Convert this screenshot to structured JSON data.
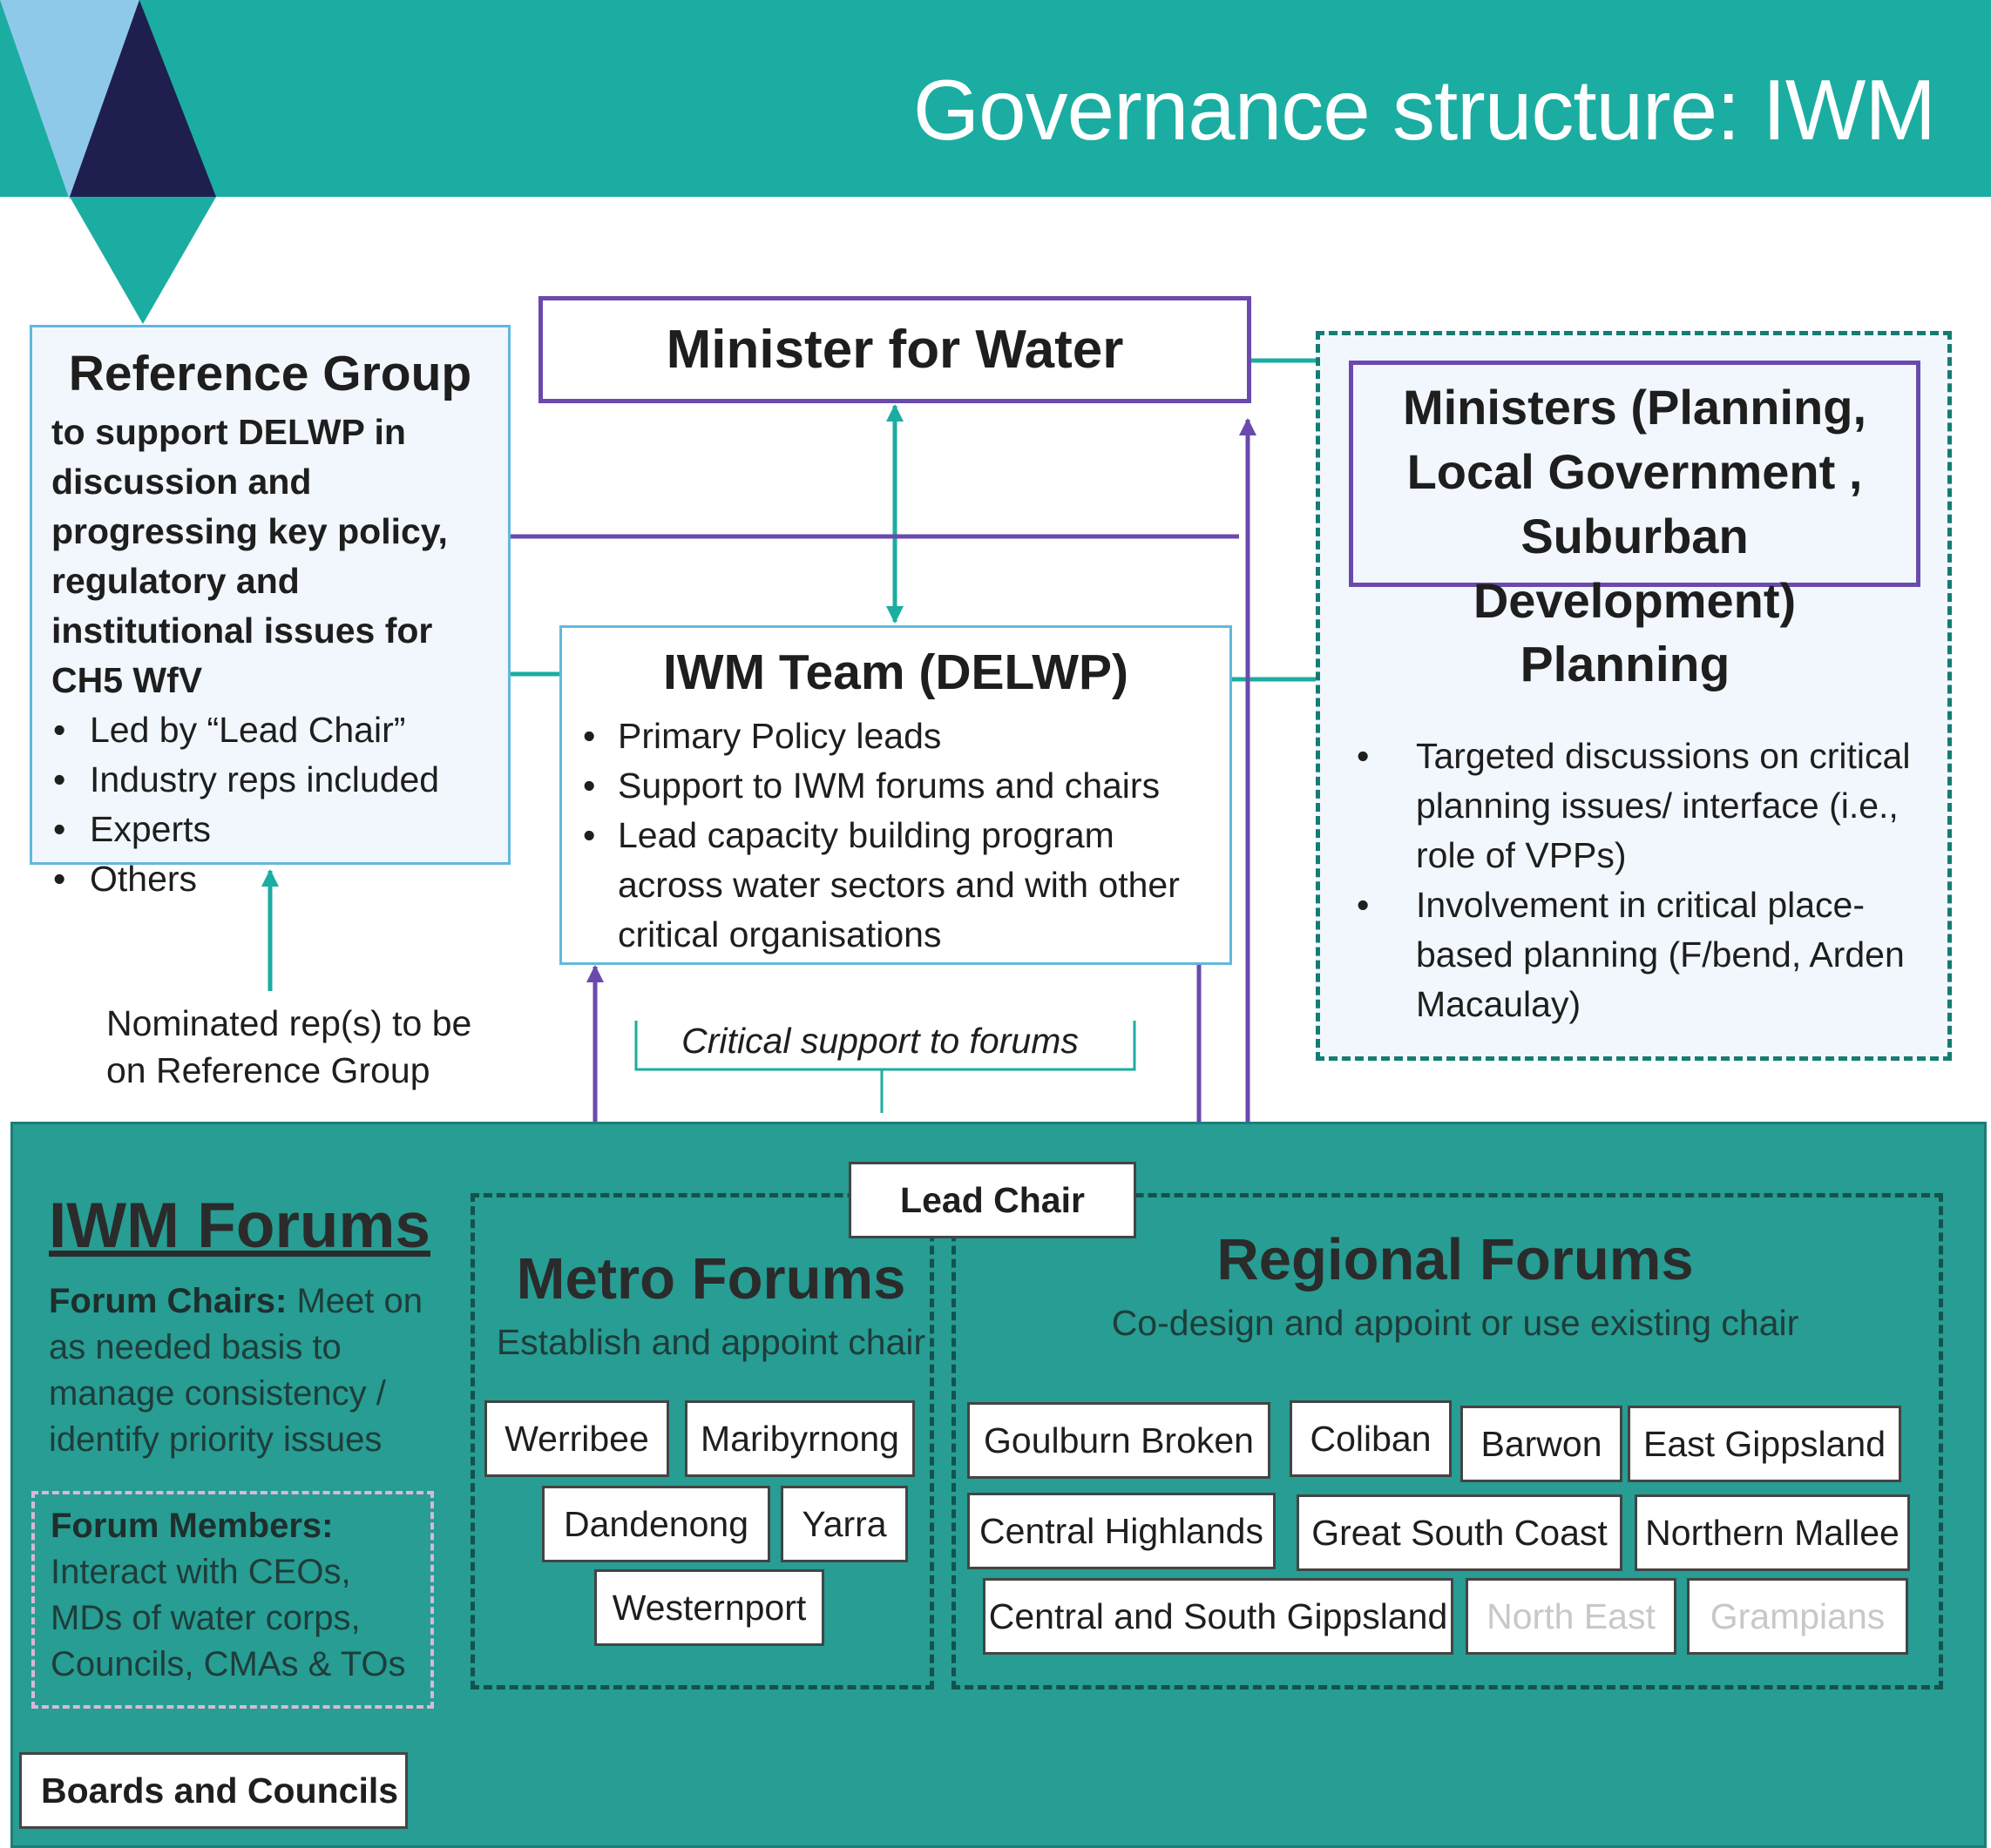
{
  "header": {
    "title": "Governance structure: IWM"
  },
  "reference_group": {
    "title": "Reference Group",
    "description": "to support  DELWP in discussion and progressing key policy, regulatory and institutional issues for CH5 WfV",
    "bullets": [
      "Led by “Lead Chair”",
      "Industry reps included",
      "Experts",
      "Others"
    ]
  },
  "minister": {
    "title": "Minister for Water"
  },
  "iwm_team": {
    "title": "IWM Team (DELWP)",
    "bullets": [
      "Primary Policy leads",
      "Support to IWM forums and chairs",
      "Lead capacity building program across water sectors and with other critical organisations"
    ]
  },
  "ministers": {
    "title": "Ministers (Planning, Local Government , Suburban Development)"
  },
  "planning": {
    "title": "Planning",
    "bullets": [
      "Targeted discussions on critical planning issues/ interface (i.e., role of VPPs)",
      "Involvement in critical place-based planning (F/bend, Arden Macaulay)"
    ]
  },
  "nominated_text": "Nominated rep(s) to be on Reference Group",
  "critical_support": "Critical support to forums",
  "forums": {
    "title": "IWM Forums",
    "chairs_label": "Forum Chairs:",
    "chairs_text": "Meet on as needed basis to manage consistency / identify priority issues",
    "members_label": "Forum Members:",
    "members_text": "Interact with CEOs, MDs of water corps, Councils, CMAs & TOs",
    "boards": "Boards and Councils",
    "lead_chair": "Lead Chair",
    "metro": {
      "title": "Metro Forums",
      "subtitle": "Establish and appoint chair",
      "items": [
        "Werribee",
        "Maribyrnong",
        "Dandenong",
        "Yarra",
        "Westernport"
      ]
    },
    "regional": {
      "title": "Regional Forums",
      "subtitle": "Co-design and appoint or use existing chair",
      "items": [
        "Goulburn Broken",
        "Coliban",
        "Barwon",
        "East Gippsland",
        "Central Highlands",
        "Great South Coast",
        "Northern Mallee",
        "Central and South Gippsland",
        "North East",
        "Grampians"
      ]
    }
  },
  "colors": {
    "teal": "#1bada1",
    "purple": "#6a4aad",
    "navy": "#1f1f4f",
    "light_blue": "#8fc9ea",
    "forum_band": "#279d93"
  }
}
